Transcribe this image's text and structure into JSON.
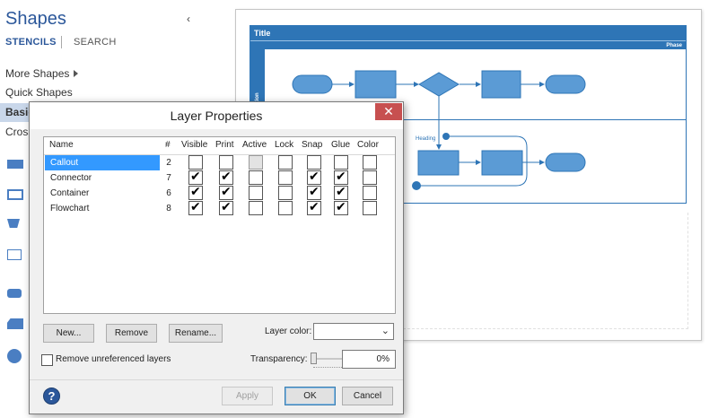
{
  "shapes_pane": {
    "title": "Shapes",
    "tabs": {
      "stencils": "STENCILS",
      "search": "SEARCH"
    },
    "items": [
      "More Shapes",
      "Quick Shapes",
      "Basic",
      "Cross"
    ]
  },
  "drawing": {
    "title": "Title",
    "phase": "Phase",
    "function": "Function",
    "heading": "Heading"
  },
  "dialog": {
    "title": "Layer Properties",
    "close_glyph": "✕",
    "columns": {
      "name": "Name",
      "num": "#",
      "visible": "Visible",
      "print": "Print",
      "active": "Active",
      "lock": "Lock",
      "snap": "Snap",
      "glue": "Glue",
      "color": "Color"
    },
    "layers": [
      {
        "name": "Callout",
        "num": "2",
        "visible": false,
        "print": false,
        "active": false,
        "lock": false,
        "snap": false,
        "glue": false,
        "color": false
      },
      {
        "name": "Connector",
        "num": "7",
        "visible": true,
        "print": true,
        "active": false,
        "lock": false,
        "snap": true,
        "glue": true,
        "color": false
      },
      {
        "name": "Container",
        "num": "6",
        "visible": true,
        "print": true,
        "active": false,
        "lock": false,
        "snap": true,
        "glue": true,
        "color": false
      },
      {
        "name": "Flowchart",
        "num": "8",
        "visible": true,
        "print": true,
        "active": false,
        "lock": false,
        "snap": true,
        "glue": true,
        "color": false
      }
    ],
    "buttons": {
      "new": "New...",
      "remove": "Remove",
      "rename": "Rename...",
      "apply": "Apply",
      "ok": "OK",
      "cancel": "Cancel"
    },
    "layer_color_label": "Layer color:",
    "layer_color_value": "",
    "transparency_label": "Transparency:",
    "transparency_value": "0%",
    "remove_unreferenced_label": "Remove unreferenced layers",
    "help_glyph": "?"
  }
}
